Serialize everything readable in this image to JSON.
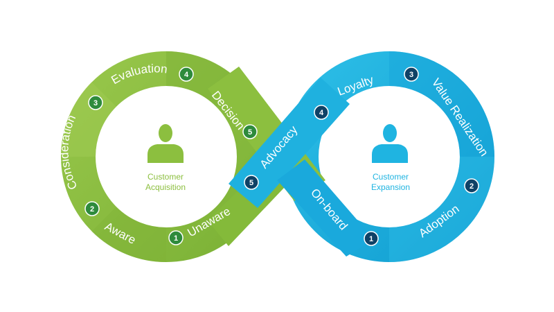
{
  "colors": {
    "green": "#8cbf3f",
    "green_dark": "#73a833",
    "green_badge": "#2e8b3c",
    "blue": "#1fb4e1",
    "blue_dark": "#1495c4",
    "blue_badge": "#0f4266",
    "white": "#ffffff"
  },
  "acquisition": {
    "title_line1": "Customer",
    "title_line2": "Acquisition",
    "icon": "person-icon",
    "stages": [
      {
        "label": "Unaware",
        "number": "1"
      },
      {
        "label": "Aware",
        "number": "2"
      },
      {
        "label": "Consideration",
        "number": "3"
      },
      {
        "label": "Evaluation",
        "number": "4"
      },
      {
        "label": "Decision",
        "number": "5"
      }
    ]
  },
  "expansion": {
    "title_line1": "Customer",
    "title_line2": "Expansion",
    "icon": "person-icon",
    "stages": [
      {
        "label": "On-board",
        "number": "1"
      },
      {
        "label": "Adoption",
        "number": "2"
      },
      {
        "label": "Value Realization",
        "number": "3"
      },
      {
        "label": "Loyalty",
        "number": "4"
      },
      {
        "label": "Advocacy",
        "number": "5"
      }
    ]
  }
}
